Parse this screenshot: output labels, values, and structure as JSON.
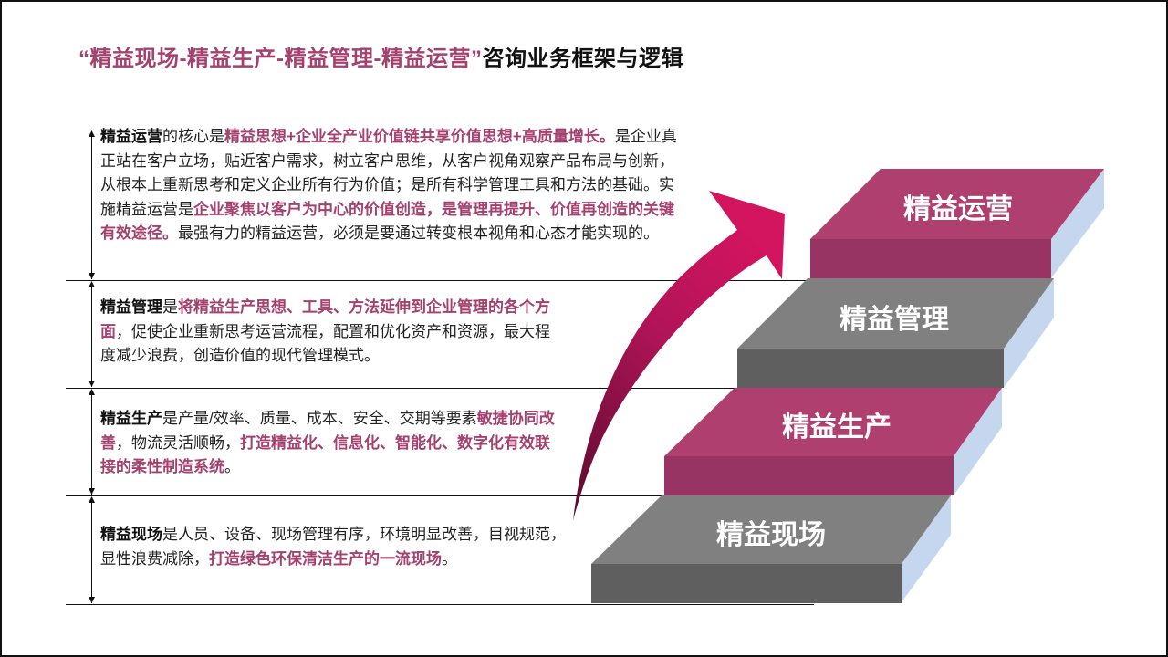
{
  "title": {
    "highlight": "“精益现场-精益生产-精益管理-精益运营”",
    "rest": "咨询业务框架与逻辑"
  },
  "blocks": [
    {
      "segments": [
        {
          "t": "精益运营",
          "s": "b"
        },
        {
          "t": "的核心是",
          "s": "n"
        },
        {
          "t": "精益思想+企业全产业价值链共享价值思想+高质量增长。",
          "s": "p"
        },
        {
          "t": "是企业真正站在客户立场，贴近客户需求，树立客户思维，从客户视角观察产品布局与创新，从根本上重新思考和定义企业所有行为价值；是所有科学管理工具和方法的基础。实施精益运营是",
          "s": "n"
        },
        {
          "t": "企业聚焦以客户为中心的价值创造，是管理再提升、价值再创造的关键有效途径。",
          "s": "p"
        },
        {
          "t": "最强有力的精益运营，必须是要通过转变根本视角和心态才能实现的。",
          "s": "n"
        }
      ]
    },
    {
      "segments": [
        {
          "t": "精益管理",
          "s": "b"
        },
        {
          "t": "是",
          "s": "n"
        },
        {
          "t": "将精益生产思想、工具、方法延伸到企业管理的各个方面",
          "s": "p"
        },
        {
          "t": "，促使企业重新思考运营流程，配置和优化资产和资源，最大程度减少浪费，创造价值的现代管理模式。",
          "s": "n"
        }
      ]
    },
    {
      "segments": [
        {
          "t": "精益生产",
          "s": "b"
        },
        {
          "t": "是产量/效率、质量、成本、安全、交期等要素",
          "s": "n"
        },
        {
          "t": "敏捷协同改善",
          "s": "p"
        },
        {
          "t": "，物流灵活顺畅，",
          "s": "n"
        },
        {
          "t": "打造精益化、信息化、智能化、数字化有效联接的柔性制造系统",
          "s": "p"
        },
        {
          "t": "。",
          "s": "n"
        }
      ]
    },
    {
      "segments": [
        {
          "t": "精益现场",
          "s": "b"
        },
        {
          "t": "是人员、设备、现场管理有序，环境明显改善，目视规范，显性浪费减除，",
          "s": "n"
        },
        {
          "t": "打造绿色环保清洁生产的一流现场",
          "s": "p"
        },
        {
          "t": "。",
          "s": "n"
        }
      ]
    }
  ],
  "steps": [
    {
      "label": "精益运营",
      "color": "#ae3f6e"
    },
    {
      "label": "精益管理",
      "color": "#7f7f7f"
    },
    {
      "label": "精益生产",
      "color": "#ae3f6e"
    },
    {
      "label": "精益现场",
      "color": "#7f7f7f"
    }
  ],
  "colors": {
    "accent": "#a3416f",
    "arrow_top": "#d3145f",
    "arrow_bottom": "#5a0b2c",
    "side": "#c5d7ee"
  }
}
